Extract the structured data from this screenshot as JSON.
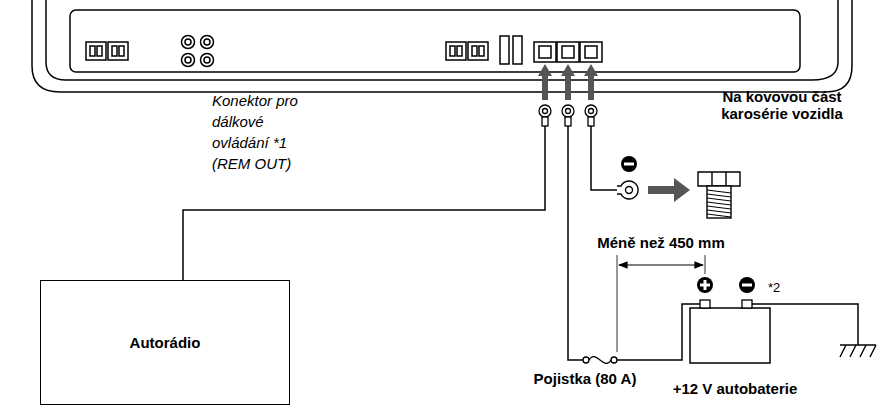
{
  "diagram": {
    "nodes": [
      {
        "text": [
          "Autorádio"
        ]
      },
      {
        "text": [
          "+12 V autobaterie"
        ]
      }
    ],
    "labels": [
      "Na kovovou část karosérie vozidla",
      "Konektor pro dálkové ovládání *1 (REM OUT)",
      "Méně než 450 mm",
      "Pojistka (80 A)",
      "*2"
    ]
  }
}
